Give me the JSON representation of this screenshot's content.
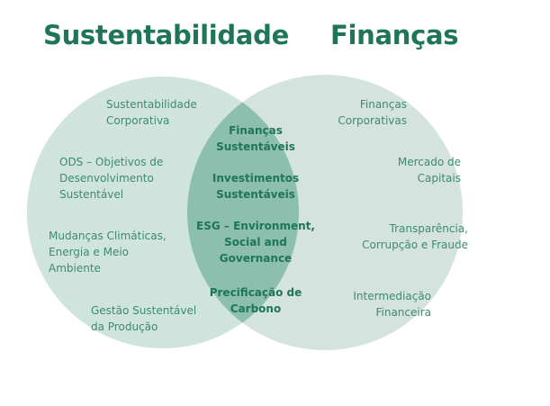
{
  "titles": {
    "left": "Sustentabilidade",
    "right": "Finanças"
  },
  "colors": {
    "title": "#1e7558",
    "left_circle": "#cfe4dc",
    "right_circle": "#d4e3dd",
    "overlap": "#8cbfae",
    "label_outer": "#3f8a70",
    "label_inner": "#1e7558"
  },
  "left_items": [
    "Sustentabilidade\nCorporativa",
    "ODS – Objetivos de\nDesenvolvimento\nSustentável",
    "Mudanças Climáticas,\nEnergia e Meio\nAmbiente",
    "Gestão Sustentável\nda Produção"
  ],
  "center_items": [
    "Finanças\nSustentáveis",
    "Investimentos\nSustentáveis",
    "ESG – Environment,\nSocial and\nGovernance",
    "Precificação de\nCarbono"
  ],
  "right_items": [
    "Finanças\nCorporativas",
    "Mercado de\nCapitais",
    "Transparência,\nCorrupção e Fraude",
    "Intermediação\nFinanceira"
  ]
}
